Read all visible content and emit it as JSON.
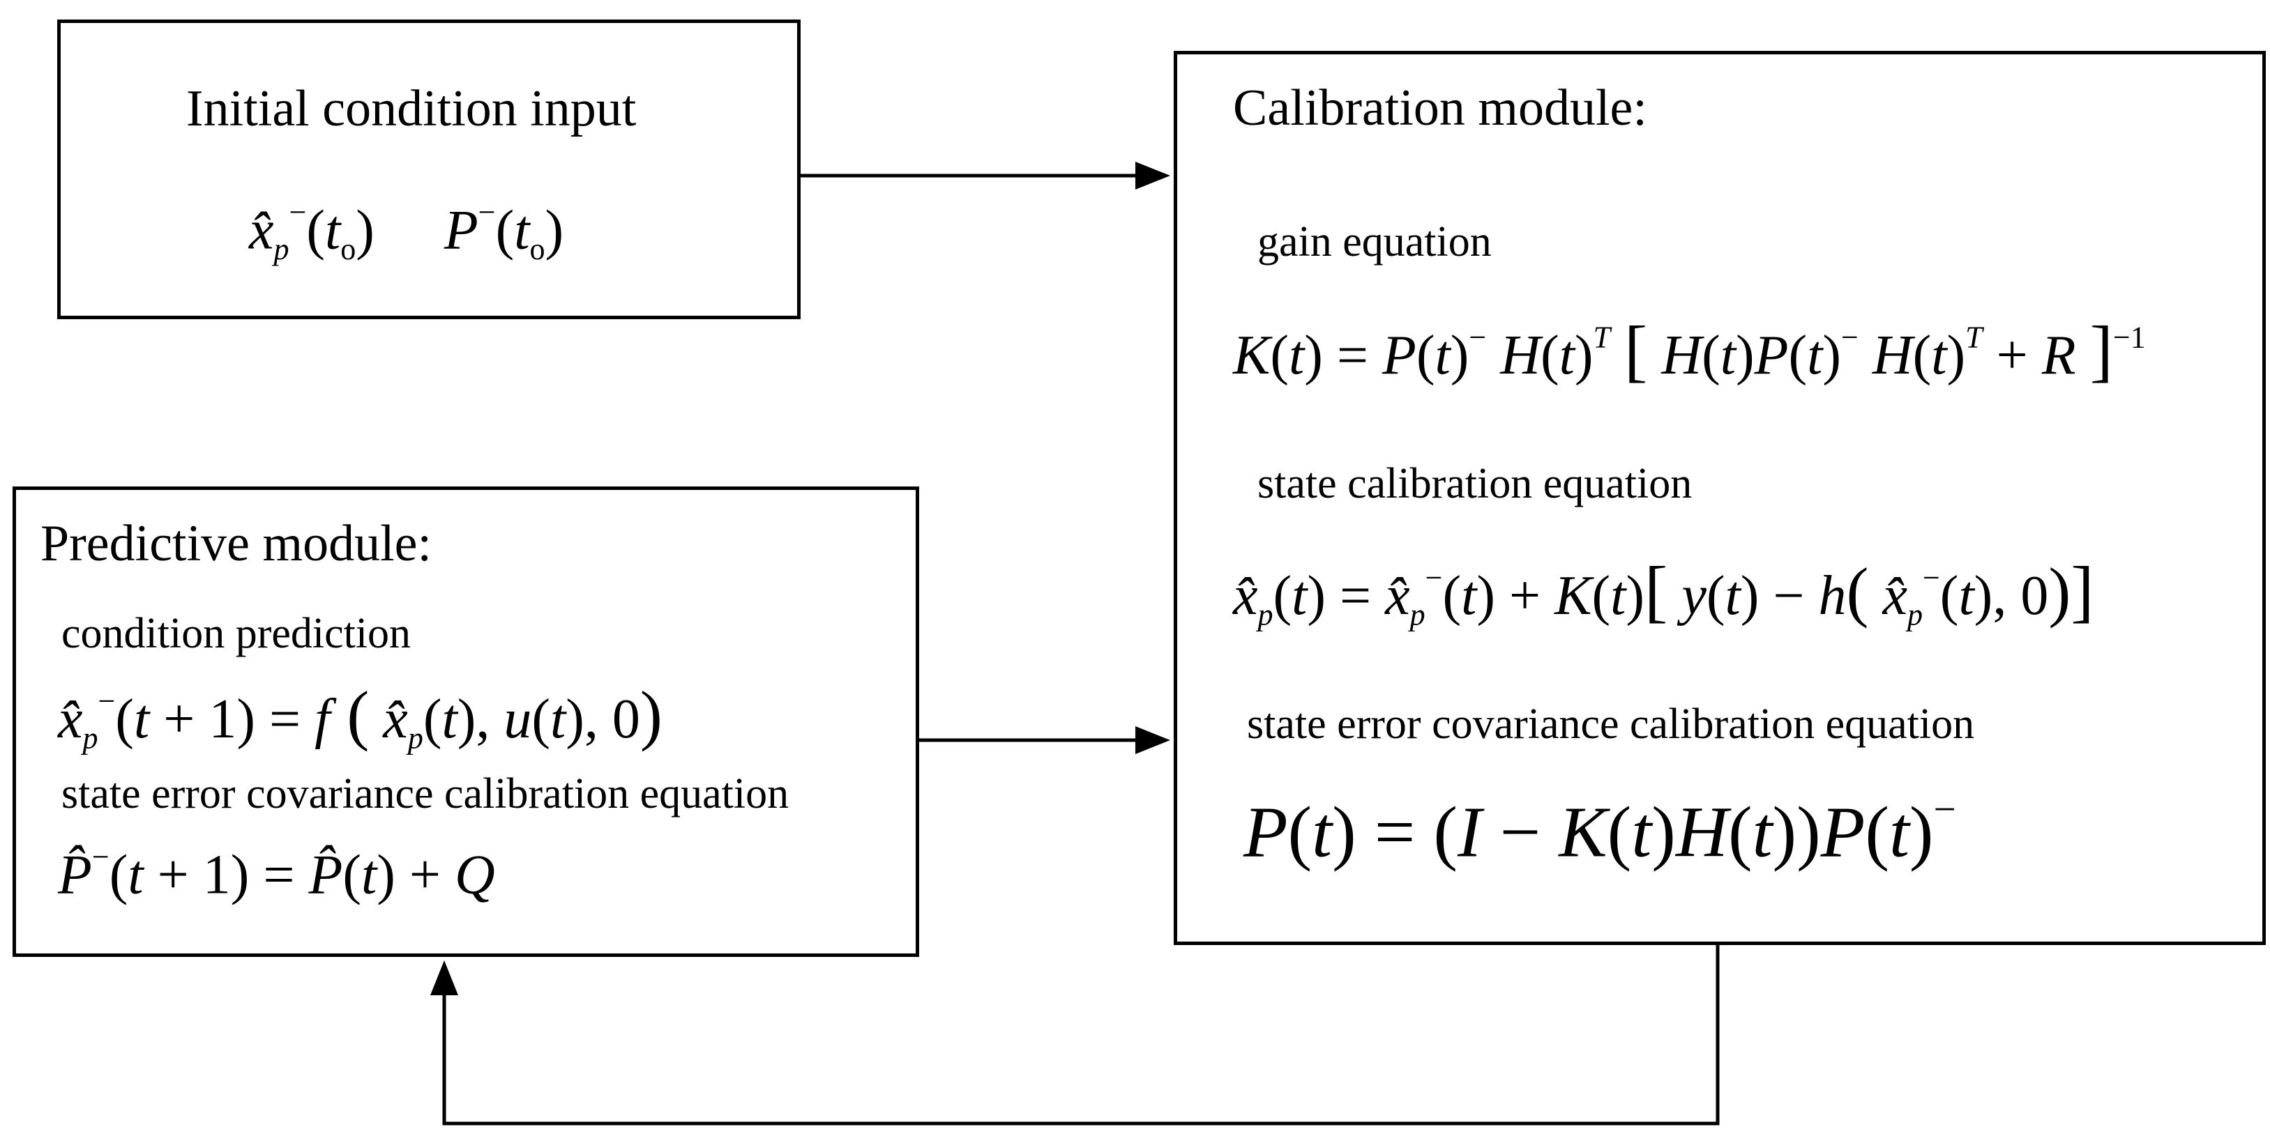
{
  "initial": {
    "title": "Initial condition input",
    "values": "x̂p−(to)   P−(to)"
  },
  "calibration": {
    "title": "Calibration module:",
    "gain_label": "gain equation",
    "gain_eq": "K(t) = P(t)− H(t)T [ H(t)P(t)− H(t)T + R ]−1",
    "state_label": "state calibration equation",
    "state_eq": "x̂p(t) = x̂p−(t) + K(t)[ y(t) − h( x̂p−(t), 0 ) ]",
    "cov_label": "state error covariance calibration equation",
    "cov_eq": "P(t) = (I − K(t)H(t))P(t)−"
  },
  "predictive": {
    "title": "Predictive module:",
    "cond_label": "condition prediction",
    "cond_eq": "x̂p−(t + 1) = f ( x̂p(t), u(t), 0 )",
    "cov_label": "state error covariance calibration equation",
    "cov_eq": "P̂−(t + 1) = P̂(t) + Q"
  }
}
